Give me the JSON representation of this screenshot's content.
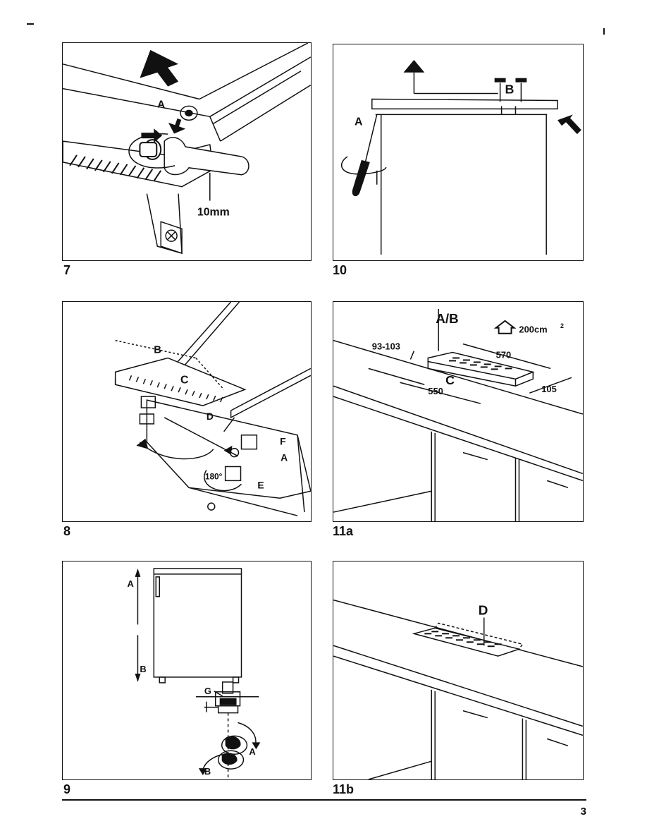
{
  "page": {
    "number": "3"
  },
  "figures": [
    {
      "id": "fig7",
      "number": "7",
      "labels": {
        "a": "A",
        "wrench_size": "10mm"
      }
    },
    {
      "id": "fig10",
      "number": "10",
      "labels": {
        "a": "A",
        "b": "B"
      }
    },
    {
      "id": "fig8",
      "number": "8",
      "labels": {
        "a": "A",
        "b": "B",
        "c": "C",
        "d": "D",
        "e": "E",
        "f": "F",
        "angle": "180°"
      }
    },
    {
      "id": "fig11a",
      "number": "11a",
      "labels": {
        "ab": "A/B",
        "c": "C",
        "area": "200cm",
        "area_exp": "2",
        "dim_93_103": "93-103",
        "dim_570": "570",
        "dim_550": "550",
        "dim_105": "105"
      }
    },
    {
      "id": "fig9",
      "number": "9",
      "labels": {
        "a": "A",
        "b": "B",
        "g": "G",
        "a2": "A",
        "b2": "B"
      }
    },
    {
      "id": "fig11b",
      "number": "11b",
      "labels": {
        "d": "D"
      }
    }
  ]
}
